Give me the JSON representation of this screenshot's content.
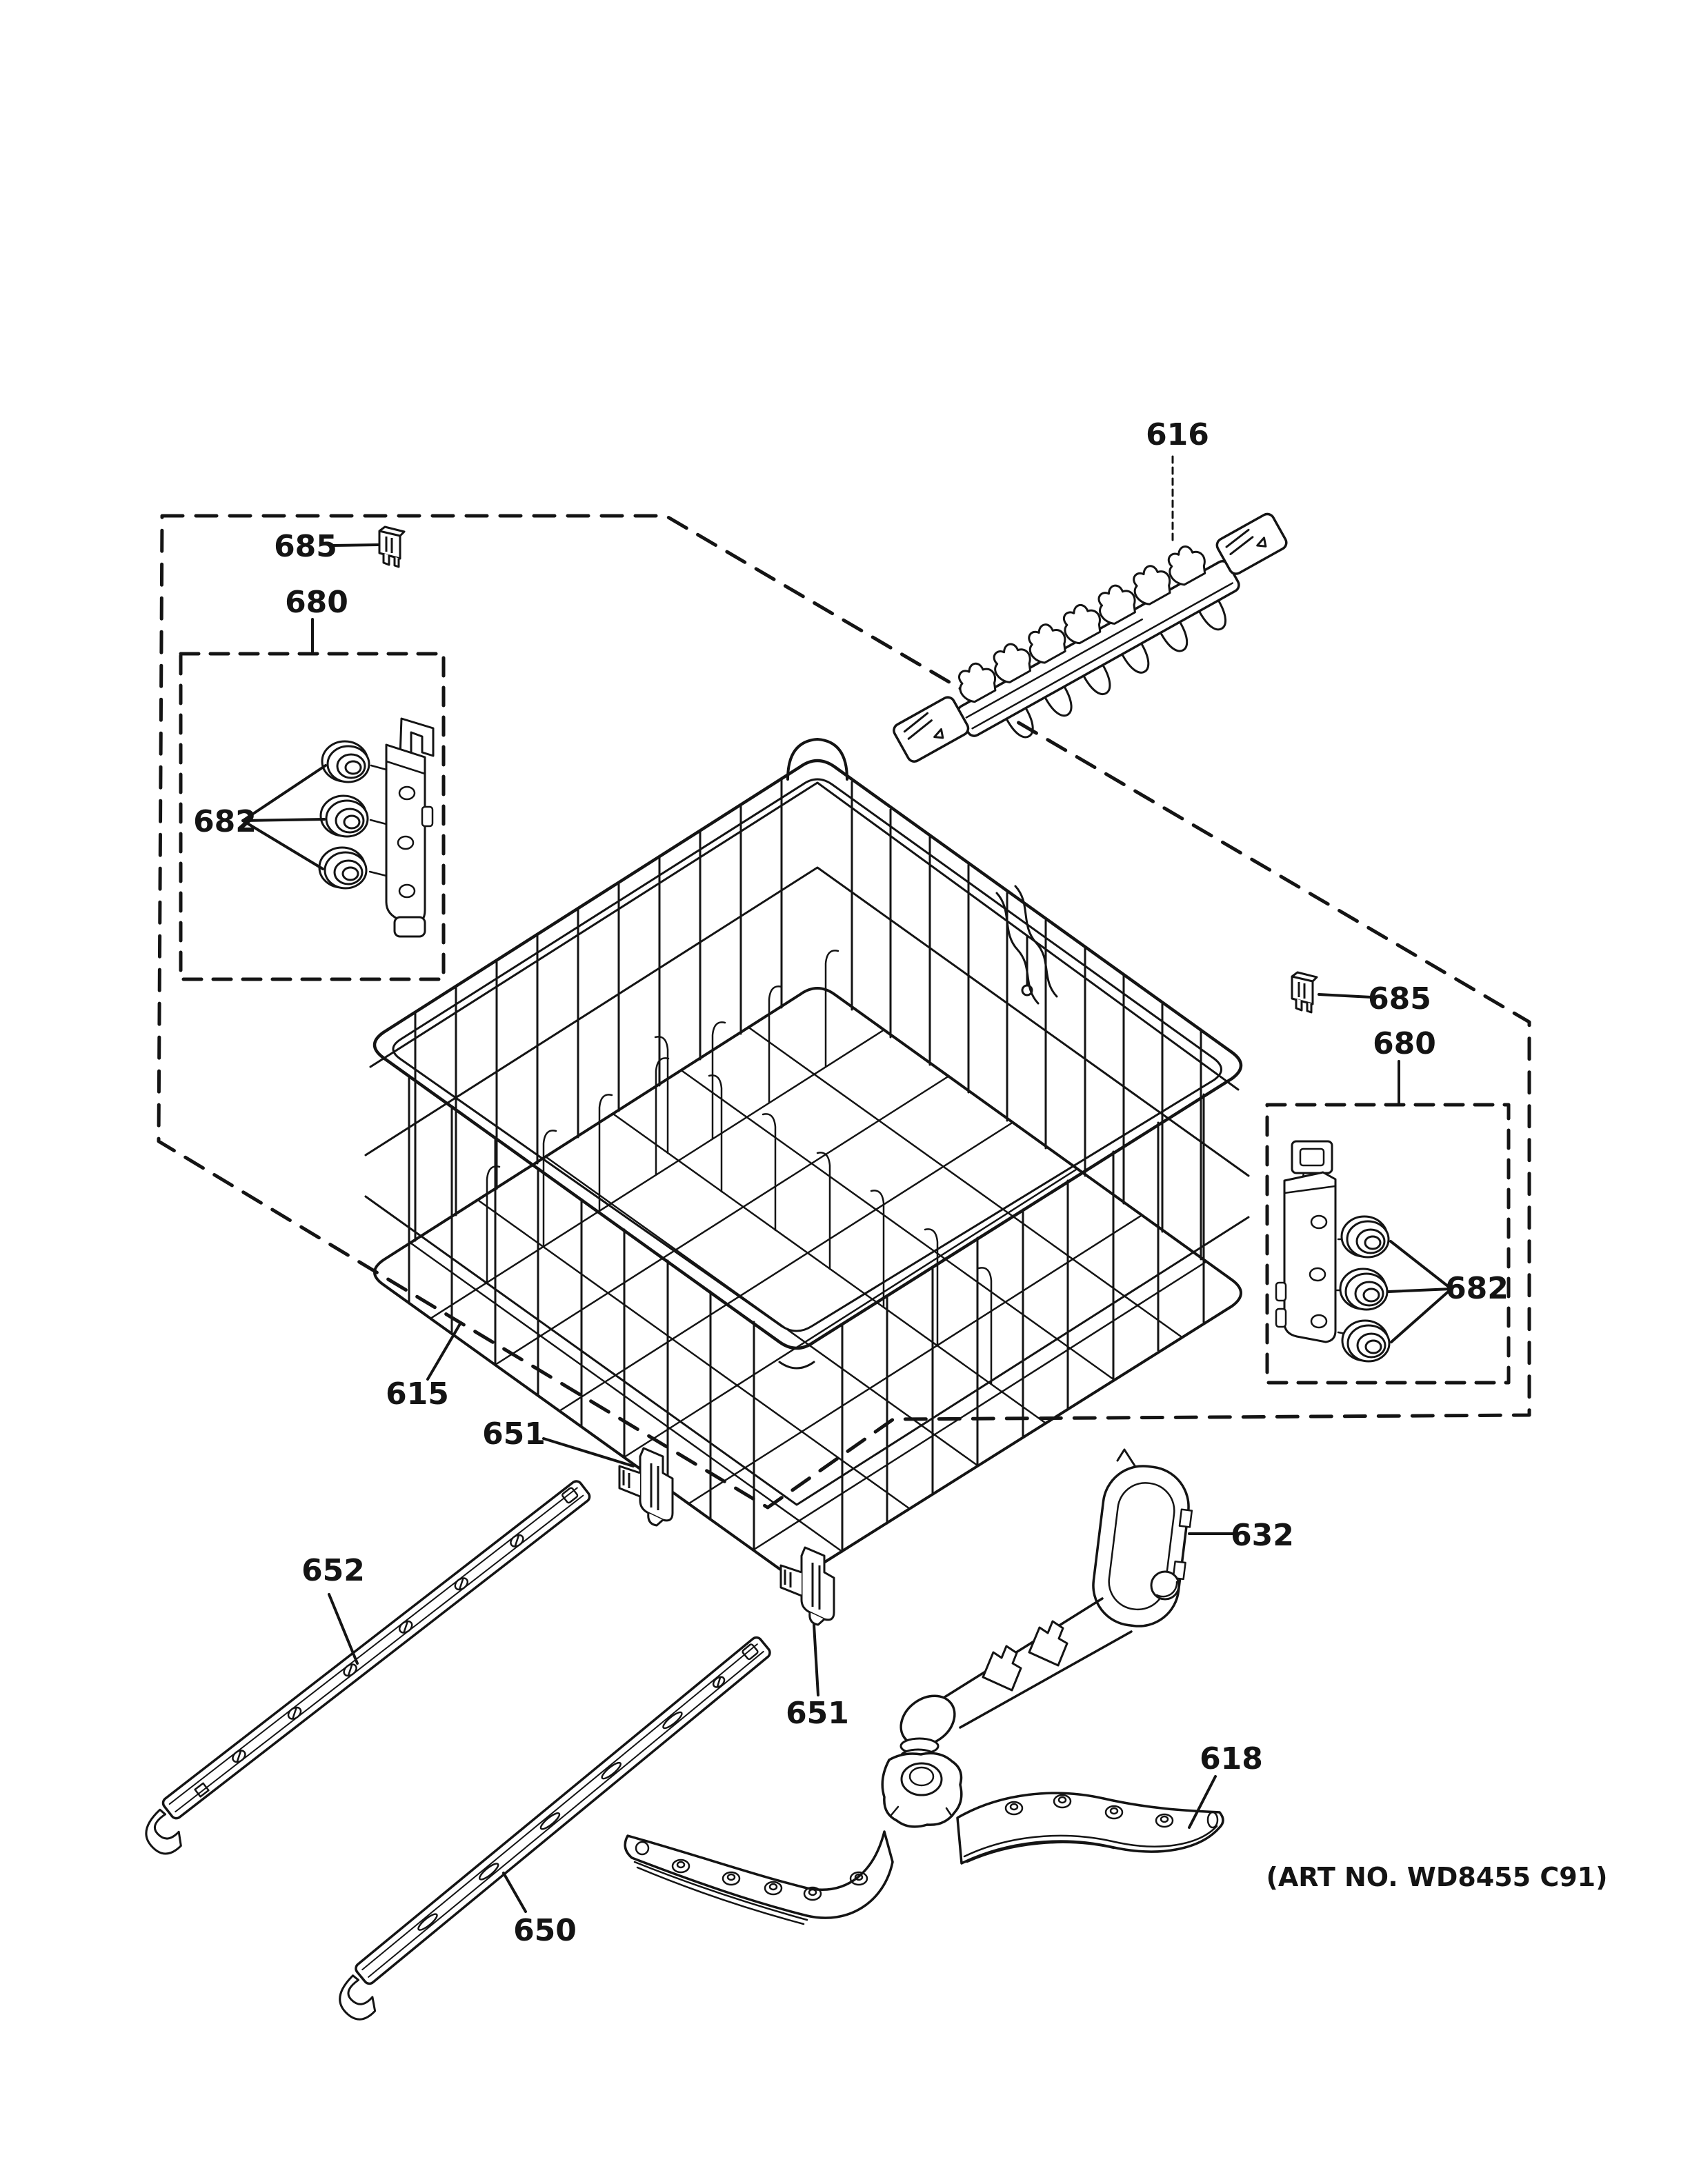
{
  "colors": {
    "ink": "#141414",
    "background": "#ffffff"
  },
  "labels": {
    "p616": "616",
    "p685_left": "685",
    "p680_left": "680",
    "p682_left": "682",
    "p615": "615",
    "p651_upper": "651",
    "p652": "652",
    "p651_lower": "651",
    "p650": "650",
    "p632": "632",
    "p618": "618",
    "p685_right": "685",
    "p680_right": "680",
    "p682_right": "682",
    "art_no": "(ART NO. WD8455 C91)"
  }
}
